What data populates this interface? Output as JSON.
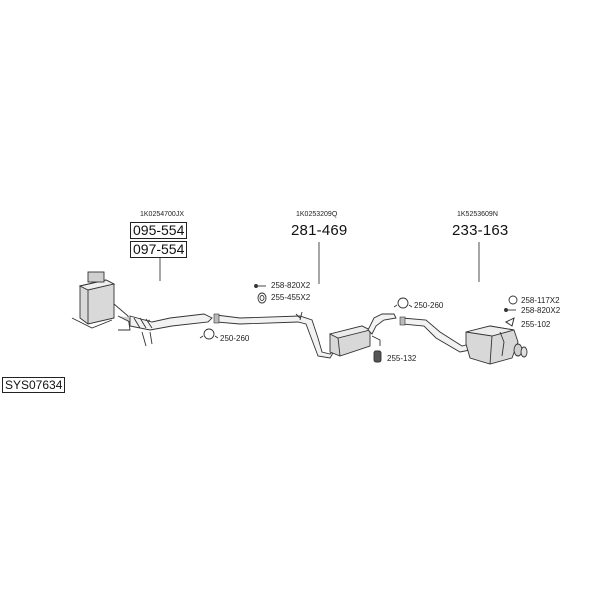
{
  "system_code": "SYS07634",
  "groups": [
    {
      "oem": "1K0254700JX",
      "parts": [
        "095-554",
        "097-554"
      ]
    },
    {
      "oem": "1K0253209Q",
      "parts": [
        "281-469"
      ]
    },
    {
      "oem": "1K5253609N",
      "parts": [
        "233-163"
      ]
    }
  ],
  "accessories": {
    "clamp_front": "250-260",
    "bolt_mid": "258-820X2",
    "gasket_mid": "255-455X2",
    "clamp_mid": "250-260",
    "hanger_mid": "255-132",
    "ring_rear": "258-117X2",
    "bolt_rear": "258-820X2",
    "hanger_rear": "255-102"
  }
}
